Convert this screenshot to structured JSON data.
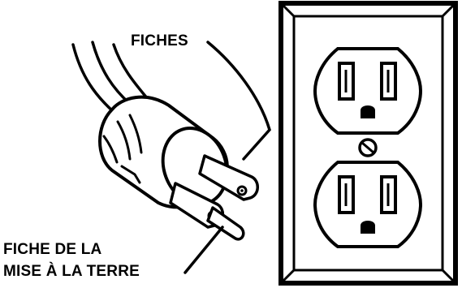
{
  "labels": {
    "prongs": "FICHES",
    "ground_line1": "FICHE DE LA",
    "ground_line2": "MISE À LA TERRE"
  },
  "colors": {
    "ink": "#000000",
    "paper": "#ffffff"
  },
  "icons": {
    "plug": "three-prong-plug-icon",
    "outlet": "duplex-outlet-icon",
    "screw": "screw-icon"
  }
}
